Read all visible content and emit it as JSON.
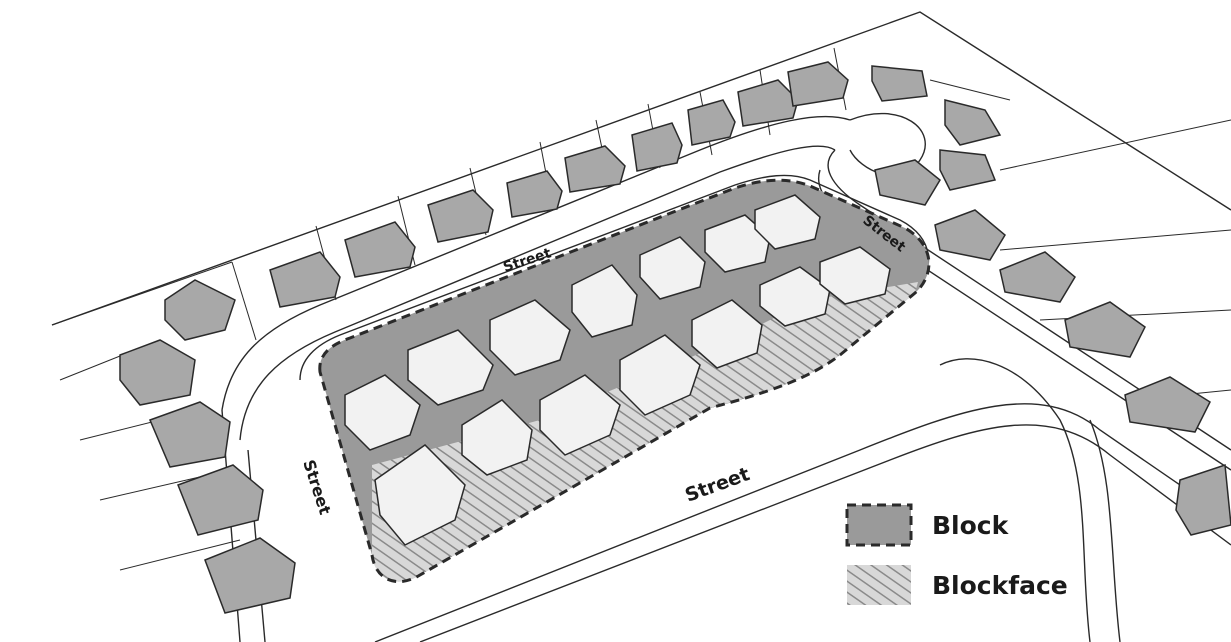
{
  "streets": {
    "north": "Street",
    "northeast": "Street",
    "west": "Street",
    "south": "Street"
  },
  "legend": {
    "block_label": "Block",
    "blockface_label": "Blockface"
  },
  "colors": {
    "block_fill": "#9a9a9a",
    "blockface_hatch": "#8a8a8a",
    "house_roof": "#a8a8a8",
    "house_roof_light": "#f2f2f2",
    "outline": "#2a2a2a"
  }
}
